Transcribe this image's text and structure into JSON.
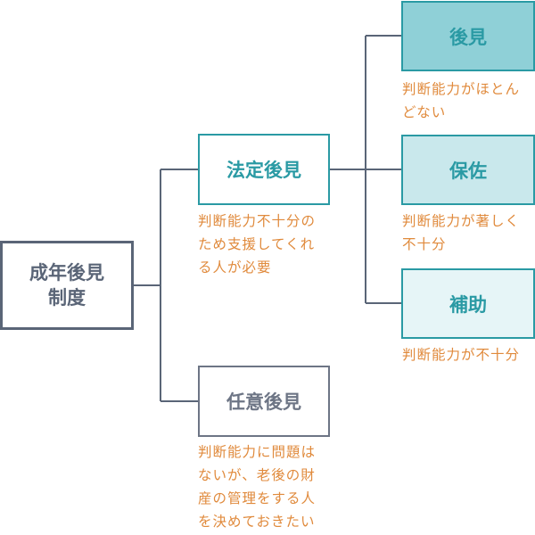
{
  "root": {
    "line1": "成年後見",
    "line2": "制度"
  },
  "legal": {
    "title": "法定後見",
    "desc": [
      "判断能力不十分の",
      "ため支援してくれ",
      "る人が必要"
    ]
  },
  "voluntary": {
    "title": "任意後見",
    "desc": [
      "判断能力に問題は",
      "ないが、老後の財",
      "産の管理をする人",
      "を決めておきたい"
    ]
  },
  "types": [
    {
      "title": "後見",
      "desc": [
        "判断能力がほとん",
        "どない"
      ]
    },
    {
      "title": "保佐",
      "desc": [
        "判断能力が著しく",
        "不十分"
      ]
    },
    {
      "title": "補助",
      "desc": [
        "判断能力が不十分"
      ]
    }
  ],
  "colors": {
    "accent": "#2a9aa4",
    "note": "#e08a3c",
    "neutral": "#5a6577",
    "fill_kouken": "#8fd0d7",
    "fill_hosa": "#c9e8ec",
    "fill_hojo": "#e6f5f7"
  }
}
